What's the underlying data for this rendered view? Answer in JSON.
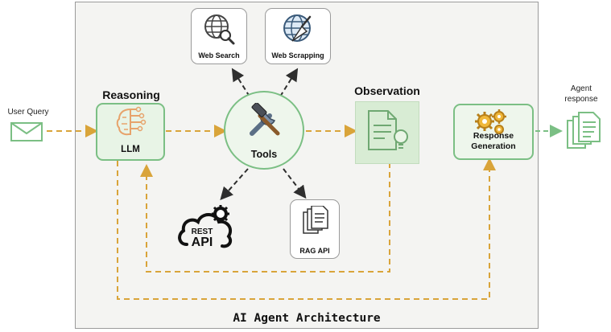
{
  "diagram": {
    "footer_title": "AI Agent Architecture",
    "user_query_label": "User Query",
    "agent_response_label_line1": "Agent",
    "agent_response_label_line2": "response",
    "reasoning_title": "Reasoning",
    "llm_label": "LLM",
    "tools_label": "Tools",
    "observation_title": "Observation",
    "response_generation_line1": "Response",
    "response_generation_line2": "Generation",
    "web_search_label": "Web Search",
    "web_scrapping_label": "Web Scrapping",
    "rest_api_line1": "REST",
    "rest_api_line2": "API",
    "rag_api_label": "RAG API"
  },
  "colors": {
    "flow_arrow": "#d9a43a",
    "tool_arrow": "#3a3a3a",
    "accent_orange": "#e7a36b",
    "accent_green": "#7bbf84"
  },
  "icons": {
    "user_query": "envelope-icon",
    "llm": "brain-circuit-icon",
    "tools": "wrench-hammer-icon",
    "observation": "document-lightbulb-icon",
    "response_generation": "gears-icon",
    "agent_response": "documents-icon",
    "web_search": "globe-magnifier-icon",
    "web_scrapping": "globe-scraper-icon",
    "rest_api": "cloud-gear-icon",
    "rag_api": "documents-icon"
  }
}
